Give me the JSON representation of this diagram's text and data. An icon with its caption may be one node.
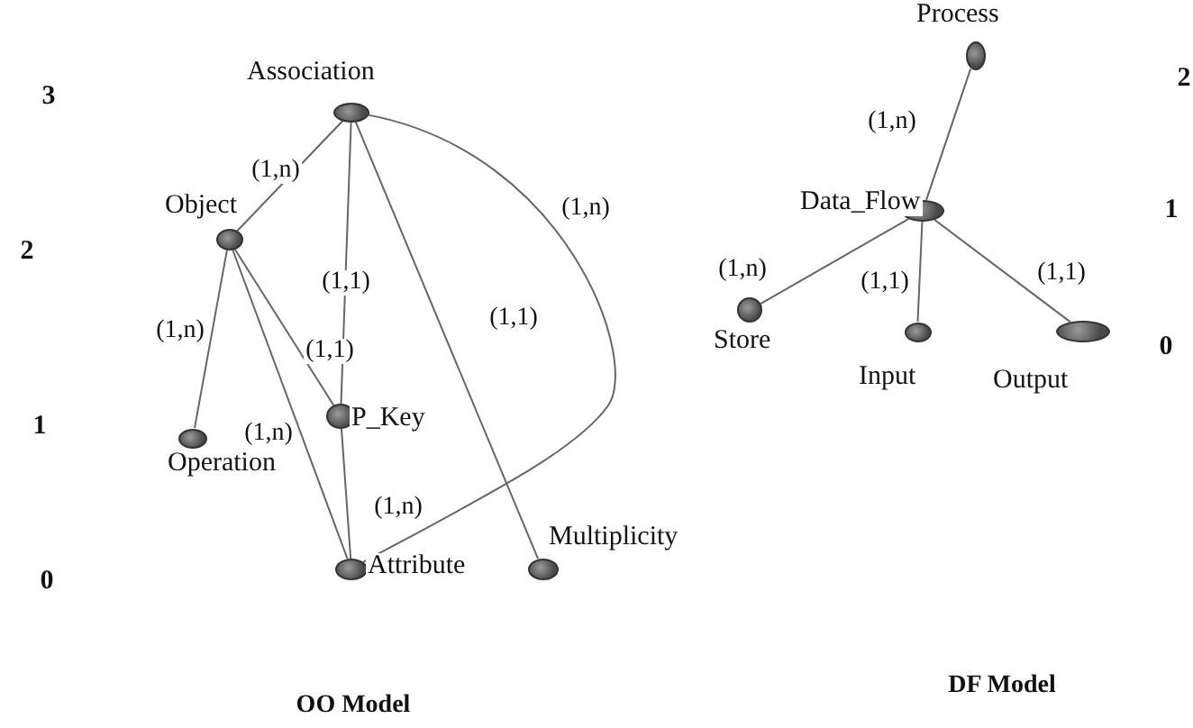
{
  "diagram": {
    "nodes": [
      {
        "text": [
          "Association"
        ]
      },
      {
        "text": [
          "Object"
        ]
      },
      {
        "text": [
          "Operation"
        ]
      },
      {
        "text": [
          "P_Key"
        ]
      },
      {
        "text": [
          "Attribute"
        ]
      },
      {
        "text": [
          "Multiplicity"
        ]
      },
      {
        "text": [
          "Process"
        ]
      },
      {
        "text": [
          "Data_Flow"
        ]
      },
      {
        "text": [
          "Store"
        ]
      },
      {
        "text": [
          "Input"
        ]
      },
      {
        "text": [
          "Output"
        ]
      }
    ],
    "edges": [
      {
        "from": 0,
        "to": 1,
        "arrow": "none",
        "label": "(1,n)"
      },
      {
        "from": 0,
        "to": 3,
        "arrow": "none",
        "label": "(1,1)"
      },
      {
        "from": 0,
        "to": 5,
        "arrow": "none",
        "label": "(1,1)"
      },
      {
        "from": 0,
        "to": 4,
        "arrow": "none",
        "label": "(1,n)"
      },
      {
        "from": 1,
        "to": 2,
        "arrow": "none",
        "label": "(1,n)"
      },
      {
        "from": 1,
        "to": 3,
        "arrow": "none",
        "label": "(1,1)"
      },
      {
        "from": 1,
        "to": 4,
        "arrow": "none",
        "label": "(1,n)"
      },
      {
        "from": 3,
        "to": 4,
        "arrow": "none",
        "label": "(1,n)"
      },
      {
        "from": 6,
        "to": 7,
        "arrow": "none",
        "label": "(1,n)"
      },
      {
        "from": 7,
        "to": 8,
        "arrow": "none",
        "label": "(1,n)"
      },
      {
        "from": 7,
        "to": 9,
        "arrow": "none",
        "label": "(1,1)"
      },
      {
        "from": 7,
        "to": 10,
        "arrow": "none",
        "label": "(1,1)"
      }
    ],
    "labels": [
      "3",
      "2",
      "1",
      "0",
      "2",
      "1",
      "0",
      "OO Model",
      "DF Model"
    ]
  }
}
